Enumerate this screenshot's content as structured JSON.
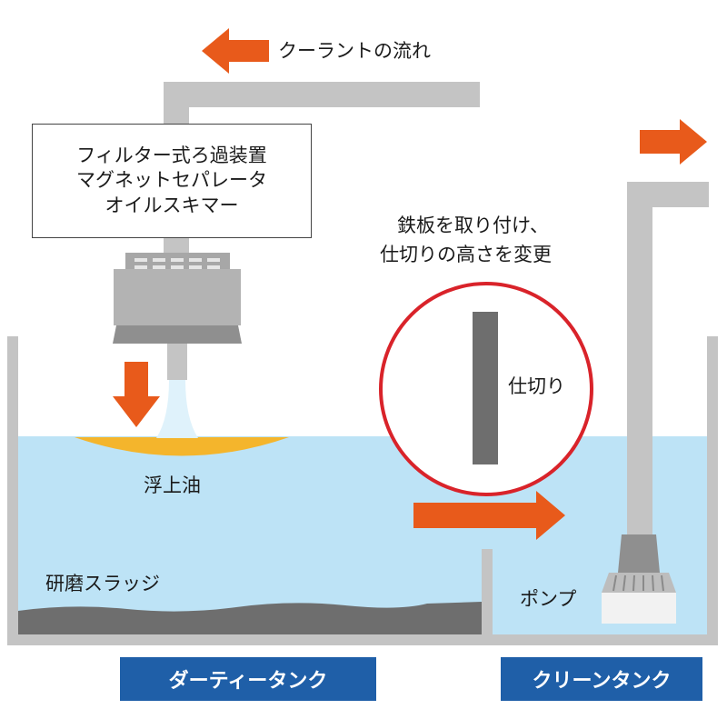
{
  "coolant_flow": {
    "label": "クーラントの流れ"
  },
  "equipment_box": {
    "lines": [
      "フィルター式ろ過装置",
      "マグネットセパレータ",
      "オイルスキマー"
    ]
  },
  "partition_note": {
    "lines": [
      "鉄板を取り付け、",
      "仕切りの高さを変更"
    ]
  },
  "partition": {
    "label": "仕切り"
  },
  "floating_oil": {
    "label": "浮上油"
  },
  "sludge": {
    "label": "研磨スラッジ"
  },
  "pump": {
    "label": "ポンプ"
  },
  "dirty_tank": {
    "label": "ダーティータンク"
  },
  "clean_tank": {
    "label": "クリーンタンク"
  },
  "colors": {
    "arrow": "#e85a1b",
    "water": "#bde3f6",
    "pipe": "#c4c4c4",
    "oil": "#f4b52c",
    "sludge": "#6e6e6e",
    "circle": "#d9232a",
    "label_bg": "#1f5fa8"
  }
}
